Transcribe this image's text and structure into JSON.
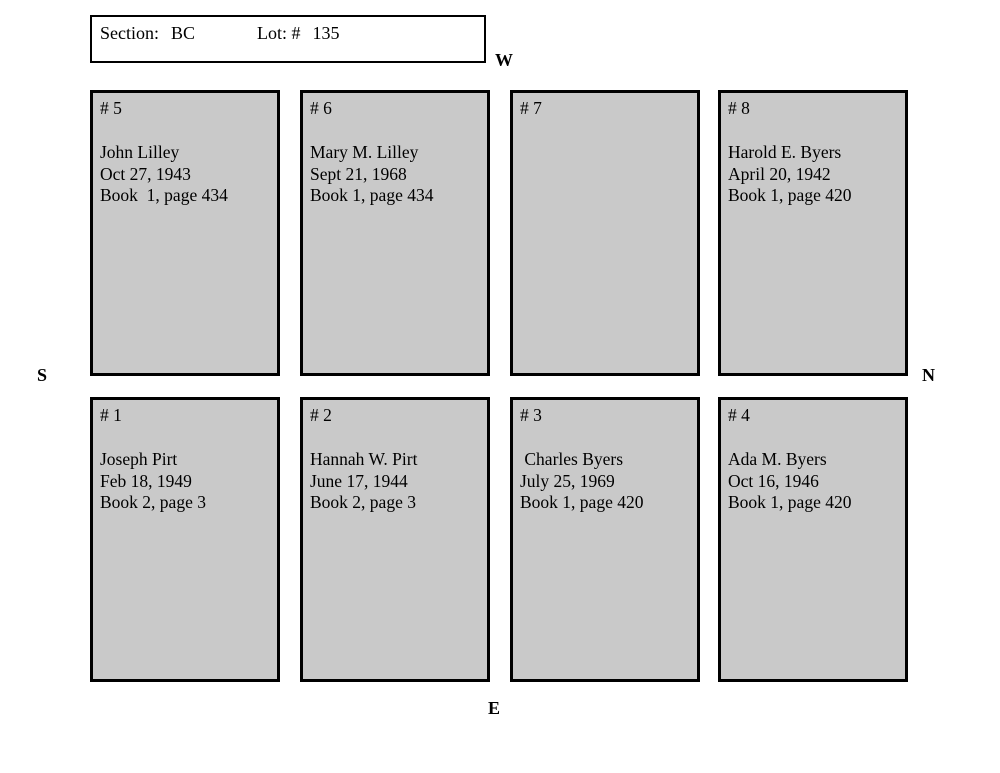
{
  "header": {
    "section_label": "Section:",
    "section_value": "BC",
    "lot_label": "Lot: #",
    "lot_value": "135"
  },
  "compass": {
    "west": "W",
    "south": "S",
    "north": "N",
    "east": "E"
  },
  "colors": {
    "plot_fill": "#c9c9c9",
    "border": "#000000",
    "background": "#ffffff"
  },
  "plots": [
    {
      "id": "# 5",
      "name": "John Lilley",
      "date": "Oct 27, 1943",
      "book": "Book  1, page 434"
    },
    {
      "id": "# 6",
      "name": "Mary M. Lilley",
      "date": "Sept 21, 1968",
      "book": "Book 1, page 434"
    },
    {
      "id": "# 7",
      "name": "",
      "date": "",
      "book": ""
    },
    {
      "id": "# 8",
      "name": "Harold E. Byers",
      "date": "April 20, 1942",
      "book": "Book 1, page 420"
    },
    {
      "id": "# 1",
      "name": "Joseph Pirt",
      "date": "Feb 18, 1949",
      "book": "Book 2, page 3"
    },
    {
      "id": "# 2",
      "name": "Hannah W. Pirt",
      "date": "June 17, 1944",
      "book": "Book 2, page 3"
    },
    {
      "id": "# 3",
      "name": " Charles Byers",
      "date": "July 25, 1969",
      "book": "Book 1, page 420"
    },
    {
      "id": "# 4",
      "name": "Ada M. Byers",
      "date": "Oct 16, 1946",
      "book": "Book 1, page 420"
    }
  ]
}
